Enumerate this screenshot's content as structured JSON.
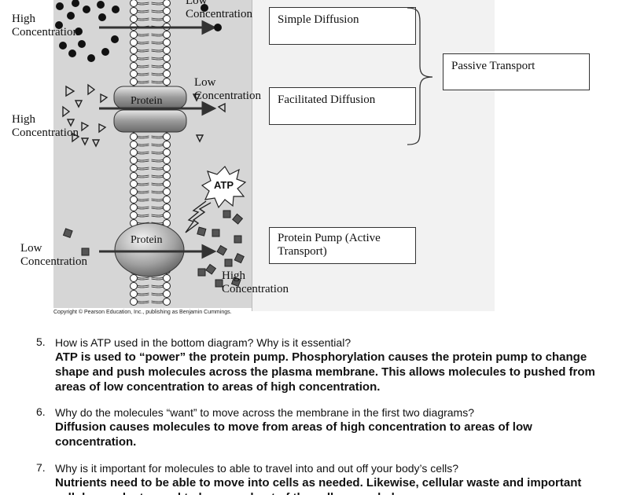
{
  "figure": {
    "labels": {
      "high_conc_1": "High\nConcentration",
      "low_conc_1": "Low\nConcentration",
      "high_conc_2": "High\nConcentration",
      "low_conc_2": "Low\nConcentration",
      "low_conc_3": "Low\nConcentration",
      "high_conc_3": "High\nConcentration",
      "protein_1": "Protein",
      "protein_2": "Protein",
      "atp": "ATP"
    },
    "boxes": {
      "simple_diffusion": "Simple Diffusion",
      "facilitated_diffusion": "Facilitated Diffusion",
      "passive_transport": "Passive Transport",
      "protein_pump": "Protein Pump (Active\nTransport)"
    },
    "copyright": "Copyright © Pearson Education, Inc., publishing as Benjamin Cummings."
  },
  "questions": [
    {
      "number": "5.",
      "question": "How is ATP used in the bottom diagram?  Why is it essential?",
      "answer": "ATP is used to “power” the protein pump.  Phosphorylation causes the protein pump to change shape and push molecules across the plasma membrane.  This allows molecules to pushed from areas of low concentration to areas of high concentration."
    },
    {
      "number": "6.",
      "question": "Why do the molecules “want” to move across the membrane in the first two diagrams?",
      "answer": "Diffusion causes molecules to move from areas of high concentration to areas of low concentration."
    },
    {
      "number": "7.",
      "question": "Why is it important for molecules to able to travel into and out off your body’s cells?",
      "answer": "Nutrients need to be able to move into cells as needed.  Likewise, cellular waste and important cellular products need to be moved out of the cell as needed."
    }
  ]
}
